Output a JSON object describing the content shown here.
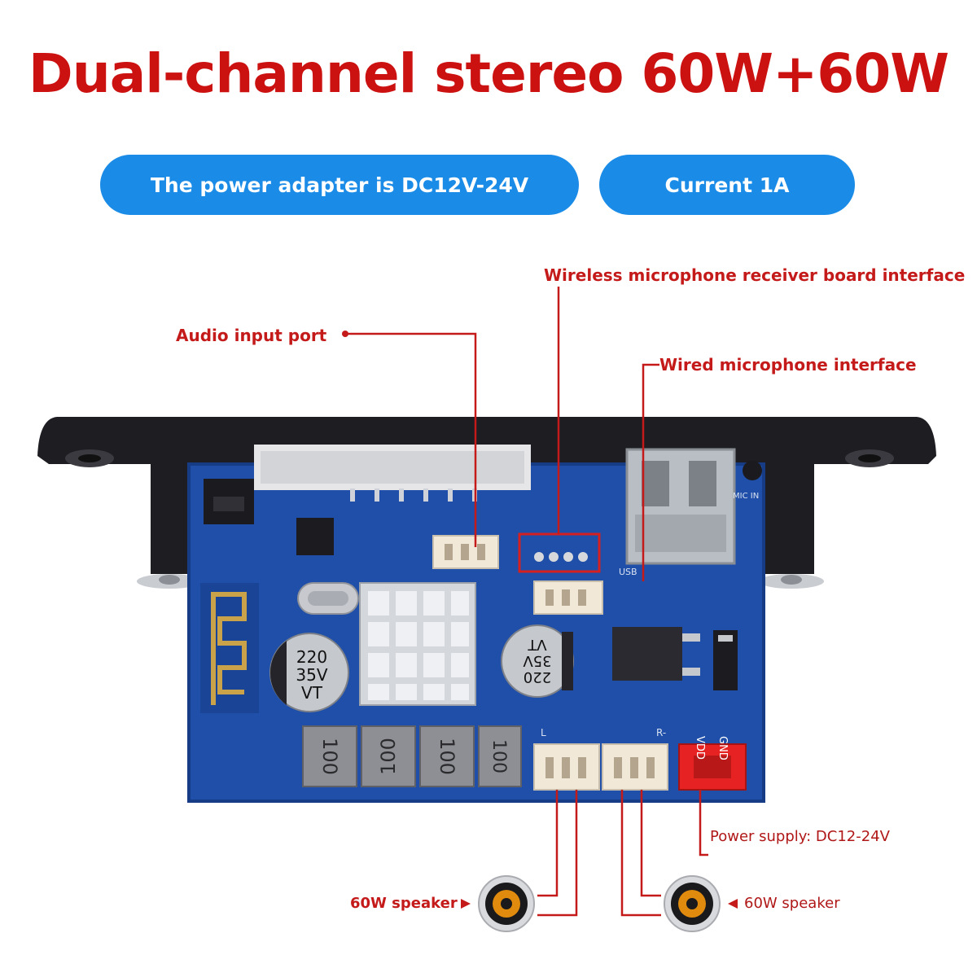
{
  "header": {
    "title": "Dual-channel stereo 60W+60W",
    "badges": [
      "The power adapter is DC12V-24V",
      "Current 1A"
    ]
  },
  "callouts": {
    "wireless_mic": "Wireless microphone receiver board interface",
    "audio_input": "Audio input port",
    "wired_mic": "Wired microphone interface",
    "power_supply": "Power supply: DC12-24V",
    "speaker_left": "60W speaker",
    "speaker_right": "60W speaker"
  },
  "board_print": {
    "cap_left": [
      "220",
      "35V",
      "VT"
    ],
    "cap_right": [
      "220",
      "35V",
      "VT"
    ],
    "inductors": [
      "100",
      "100",
      "100",
      "100"
    ],
    "silk": {
      "vdd": "VDD",
      "gnd": "GND",
      "usb": "USB",
      "mic": "MIC IN",
      "left": "L",
      "right": "R-"
    }
  },
  "colors": {
    "title_red": "#cc1111",
    "badge_blue": "#1a8be6",
    "pcb_blue": "#1f4fa8",
    "leader_red": "#c41a1a"
  }
}
